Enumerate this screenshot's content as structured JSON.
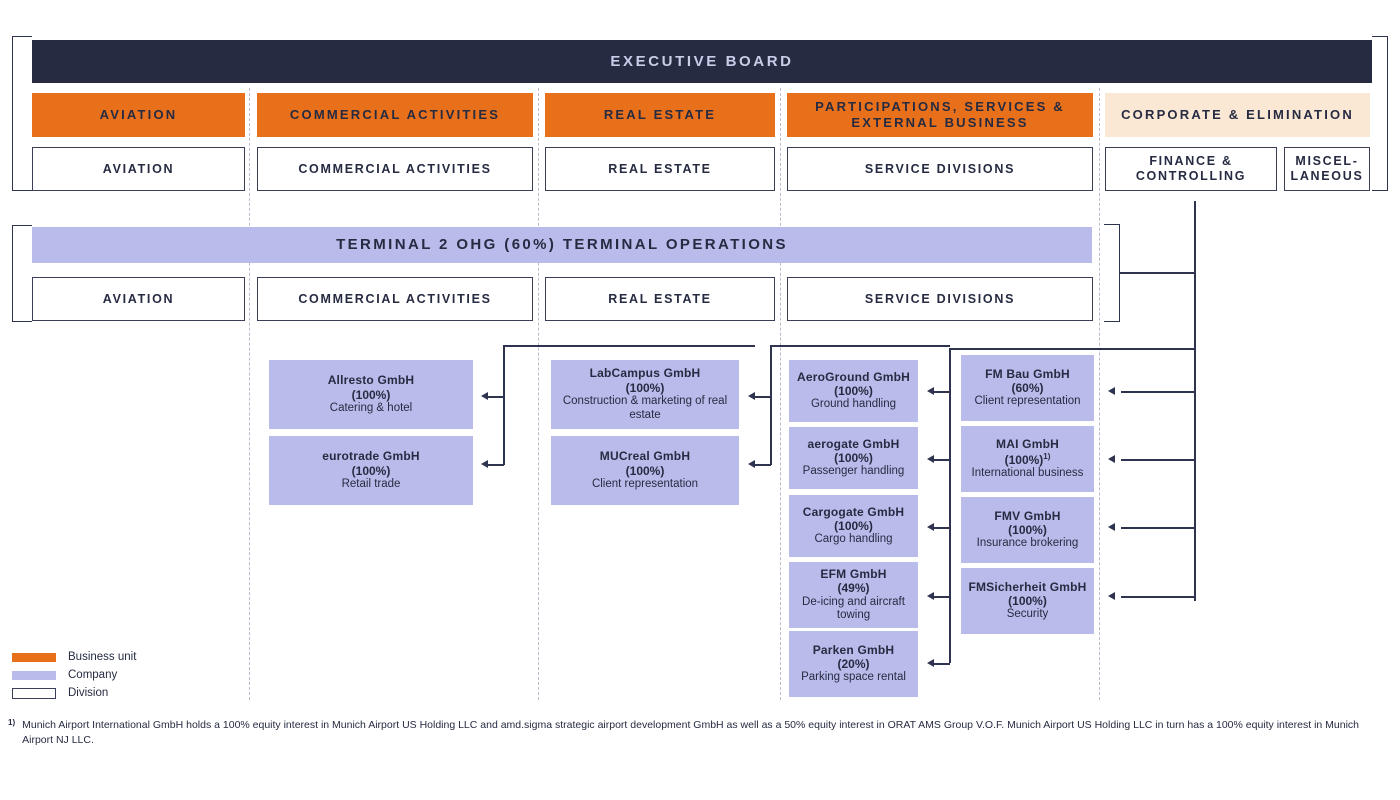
{
  "chart_data": {
    "type": "diagram",
    "title": "Group structure / organizational chart",
    "legend_position": "bottom-left"
  },
  "board": {
    "label": "EXECUTIVE BOARD"
  },
  "business_units": [
    {
      "label": "AVIATION",
      "style": "orange"
    },
    {
      "label": "COMMERCIAL ACTIVITIES",
      "style": "orange"
    },
    {
      "label": "REAL ESTATE",
      "style": "orange"
    },
    {
      "label": "PARTICIPATIONS, SERVICES & EXTERNAL BUSINESS",
      "style": "orange"
    },
    {
      "label": "CORPORATE & ELIMINATION",
      "style": "cream"
    }
  ],
  "divisions_row1": [
    {
      "label": "AVIATION"
    },
    {
      "label": "COMMERCIAL ACTIVITIES"
    },
    {
      "label": "REAL ESTATE"
    },
    {
      "label": "SERVICE DIVISIONS"
    },
    {
      "label": "FINANCE & CONTROLLING"
    },
    {
      "label": "MISCEL- LANEOUS"
    }
  ],
  "terminal2": {
    "label": "TERMINAL 2 OHG (60%) TERMINAL OPERATIONS"
  },
  "divisions_row2": [
    {
      "label": "AVIATION"
    },
    {
      "label": "COMMERCIAL ACTIVITIES"
    },
    {
      "label": "REAL ESTATE"
    },
    {
      "label": "SERVICE DIVISIONS"
    }
  ],
  "companies": {
    "commercial": [
      {
        "name": "Allresto GmbH",
        "pct": "(100%)",
        "desc": "Catering & hotel"
      },
      {
        "name": "eurotrade GmbH",
        "pct": "(100%)",
        "desc": "Retail trade"
      }
    ],
    "real_estate": [
      {
        "name": "LabCampus GmbH",
        "pct": "(100%)",
        "desc": "Construction & marketing of real estate"
      },
      {
        "name": "MUCreal GmbH",
        "pct": "(100%)",
        "desc": "Client representation"
      }
    ],
    "services_a": [
      {
        "name": "AeroGround GmbH",
        "pct": "(100%)",
        "desc": "Ground handling"
      },
      {
        "name": "aerogate GmbH",
        "pct": "(100%)",
        "desc": "Passenger handling"
      },
      {
        "name": "Cargogate GmbH",
        "pct": "(100%)",
        "desc": "Cargo handling"
      },
      {
        "name": "EFM GmbH",
        "pct": "(49%)",
        "desc": "De-icing and aircraft towing"
      },
      {
        "name": "Parken GmbH",
        "pct": "(20%)",
        "desc": "Parking space rental"
      }
    ],
    "services_b": [
      {
        "name": "FM Bau GmbH",
        "pct": "(60%)",
        "desc": "Client representation"
      },
      {
        "name": "MAI GmbH",
        "pct": "(100%)",
        "pct_sup": "1)",
        "desc": "International business"
      },
      {
        "name": "FMV GmbH",
        "pct": "(100%)",
        "desc": "Insurance brokering"
      },
      {
        "name": "FMSicherheit GmbH",
        "pct": "(100%)",
        "desc": "Security"
      }
    ]
  },
  "legend": [
    {
      "label": "Business unit",
      "color": "#E8701A"
    },
    {
      "label": "Company",
      "color": "#B9BCEA"
    },
    {
      "label": "Division",
      "color": "#FFFFFF"
    }
  ],
  "footnote": {
    "marker": "1)",
    "text": "Munich Airport International GmbH holds a 100% equity interest in Munich Airport US Holding LLC and amd.sigma strategic airport development GmbH as well as a 50% equity interest in ORAT AMS Group V.O.F. Munich Airport US Holding LLC in turn has a 100% equity interest in Munich Airport NJ LLC."
  },
  "colors": {
    "navy": "#262B42",
    "orange": "#E8701A",
    "cream": "#FAE8D4",
    "lavender": "#B9BCEA",
    "line": "#2E3350"
  }
}
